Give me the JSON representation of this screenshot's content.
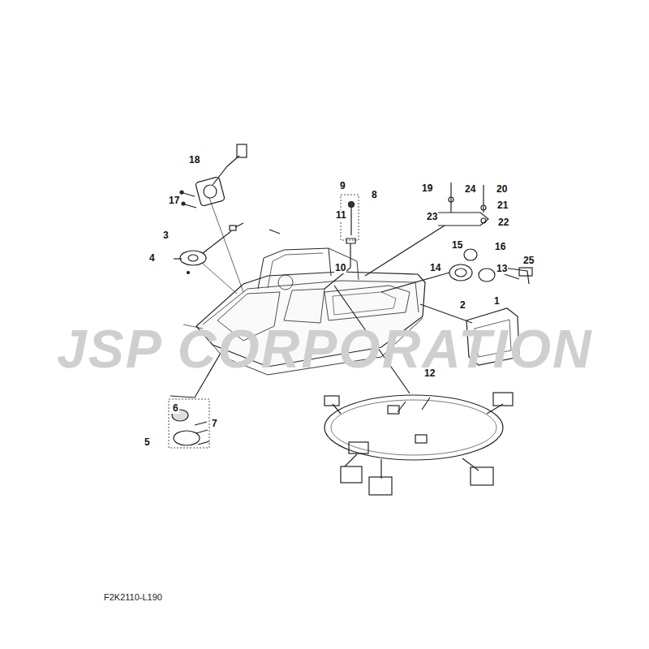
{
  "diagram": {
    "labels": [
      "18",
      "17",
      "9",
      "8",
      "19",
      "24",
      "20",
      "21",
      "22",
      "23",
      "11",
      "3",
      "4",
      "10",
      "15",
      "16",
      "14",
      "13",
      "25",
      "2",
      "1",
      "12",
      "6",
      "7",
      "5",
      "JSP CORPORATION",
      "F2K2110-L190"
    ]
  }
}
